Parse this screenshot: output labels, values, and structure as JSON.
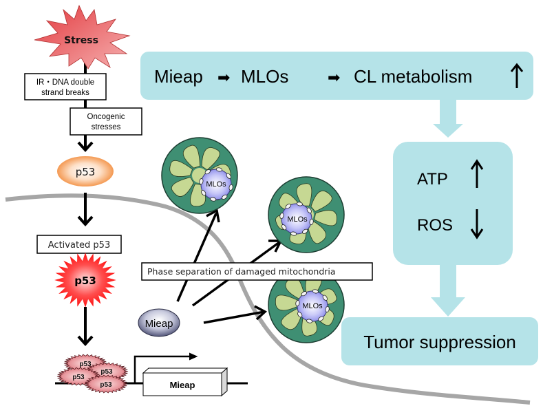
{
  "colors": {
    "cyan_box": "#b5e3e8",
    "stress_red": "#e8575a",
    "p53_orange": "#f07a1e",
    "activated_red": "#ff1010",
    "mito_outer": "#3f8f73",
    "mito_inner": "#c6d893",
    "mlo_purple": "#9a9af0",
    "mieap_navy": "#3c3f66",
    "membrane_gray": "#a0a0a0"
  },
  "left_pathway": {
    "stress_label": "Stress",
    "box_ir_dna": "IR・DNA double strand breaks",
    "box_ir_dna_line1": "IR・DNA double",
    "box_ir_dna_line2": "strand breaks",
    "box_oncogenic_line1": "Oncogenic",
    "box_oncogenic_line2": "stresses",
    "p53_label": "p53",
    "activated_label": "Activated p53",
    "activated_p53_label": "p53",
    "bound_p53_labels": [
      "p53",
      "p53",
      "p53",
      "p53"
    ],
    "gene_label": "Mieap"
  },
  "middle": {
    "mieap_protein_label": "Mieap",
    "phase_separation_label": "Phase separation of damaged mitochondria",
    "mlo_labels": [
      "MLOs",
      "MLOs",
      "MLOs"
    ]
  },
  "right_pathway": {
    "top_box": {
      "items": [
        "Mieap",
        "MLOs",
        "CL metabolism"
      ],
      "trend": "up"
    },
    "middle_box": {
      "rows": [
        {
          "label": "ATP",
          "trend": "up"
        },
        {
          "label": "ROS",
          "trend": "down"
        }
      ]
    },
    "bottom_box": {
      "label": "Tumor suppression"
    }
  },
  "glyphs": {
    "arrow_right": "➡",
    "arrow_up": "↑",
    "arrow_down": "↓"
  }
}
